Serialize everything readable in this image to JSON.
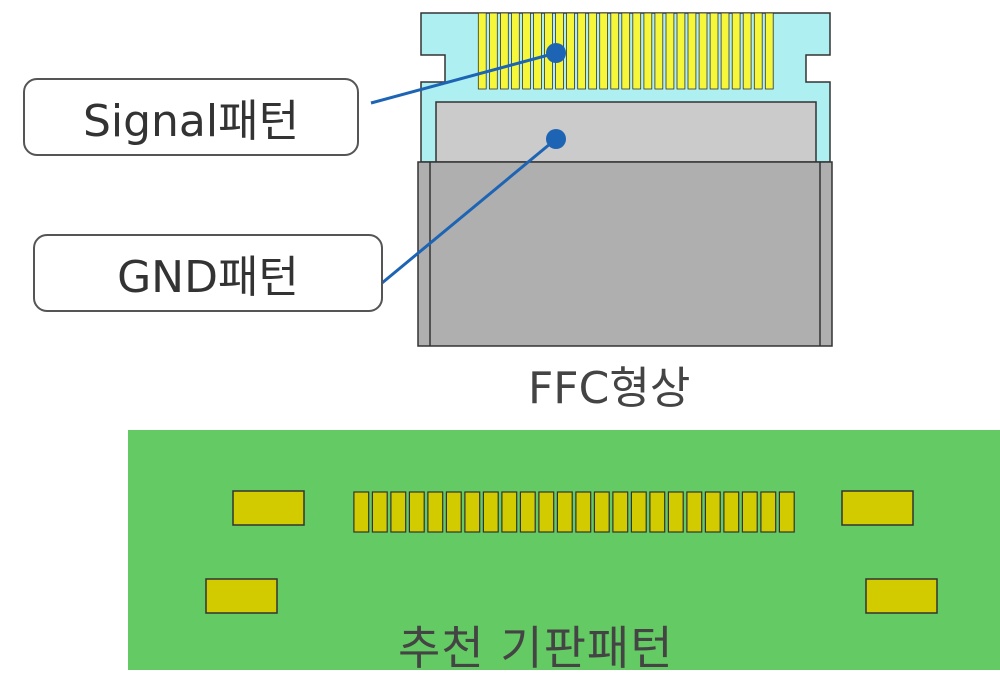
{
  "ffc": {
    "signal_label": "Signal패턴",
    "gnd_label": "GND패턴",
    "caption": "FFC형상",
    "signal_pin_count": 27
  },
  "pcb": {
    "caption": "추천 기판패턴",
    "signal_pad_count": 24
  },
  "colors": {
    "ffc_tab": "#aef0f2",
    "signal_pin": "#f6f63a",
    "gnd_pattern": "#cbcbcb",
    "ffc_body": "#afafaf",
    "leader_line": "#1e64b4",
    "board": "#64ca64",
    "pad": "#d2cb00"
  }
}
